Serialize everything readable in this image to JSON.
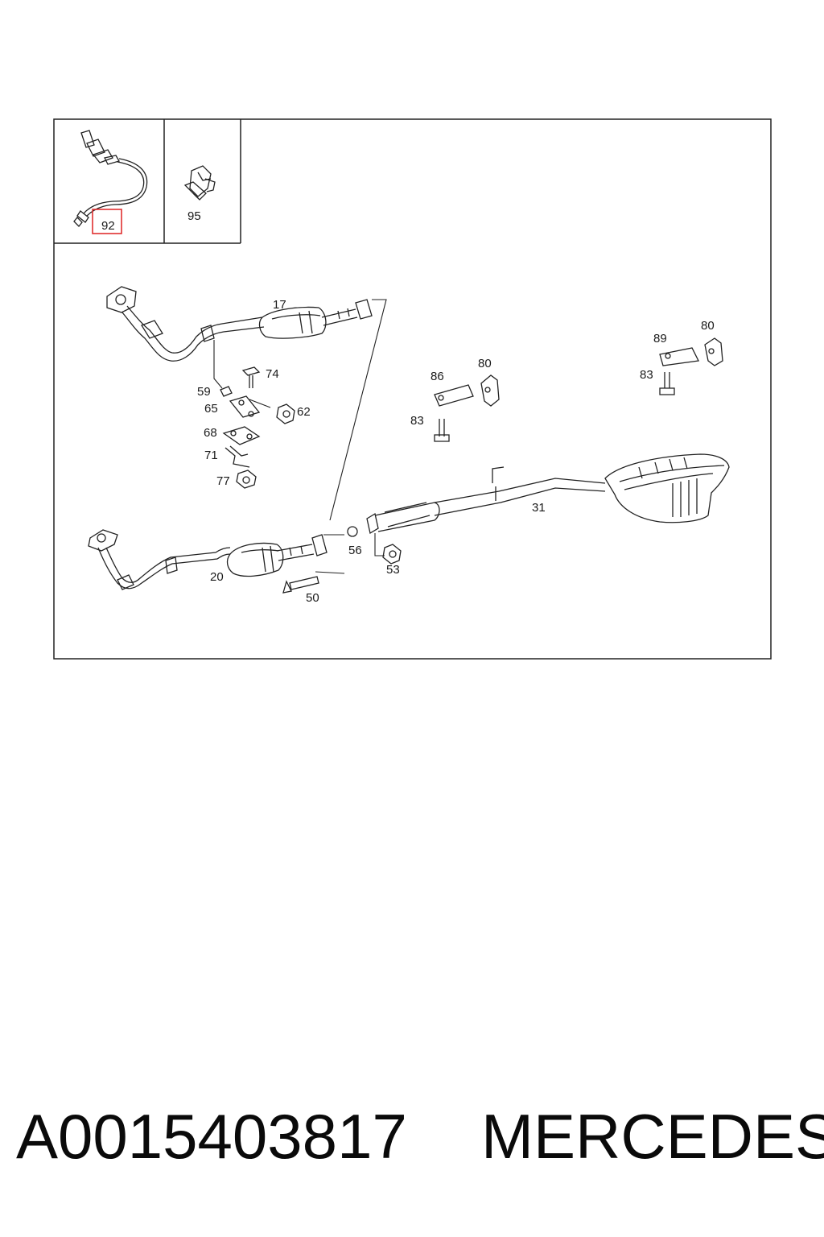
{
  "diagram": {
    "callouts": {
      "c92": "92",
      "c95": "95",
      "c17": "17",
      "c74": "74",
      "c59": "59",
      "c65": "65",
      "c62": "62",
      "c68": "68",
      "c71": "71",
      "c77": "77",
      "c86": "86",
      "c80a": "80",
      "c83a": "83",
      "c89": "89",
      "c80b": "80",
      "c83b": "83",
      "c31": "31",
      "c56": "56",
      "c53": "53",
      "c20": "20",
      "c50": "50"
    },
    "highlighted_part": "92",
    "highlight_color": "#e03030"
  },
  "footer": {
    "part_number": "A0015403817",
    "brand": "MERCEDES"
  }
}
